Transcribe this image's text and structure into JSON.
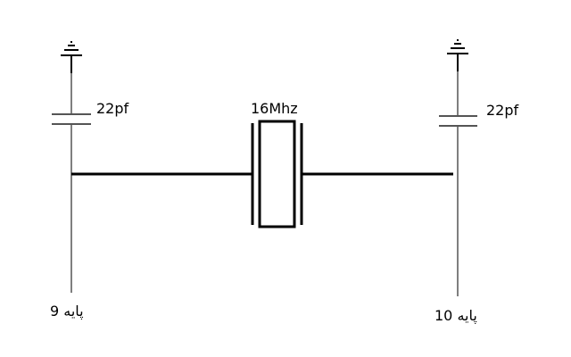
{
  "diagram": {
    "left_capacitor": {
      "label": "22pf"
    },
    "right_capacitor": {
      "label": "22pf"
    },
    "crystal": {
      "label": "16Mhz"
    },
    "left_pin": {
      "label": "پایه 9"
    },
    "right_pin": {
      "label": "پایه 10"
    }
  }
}
